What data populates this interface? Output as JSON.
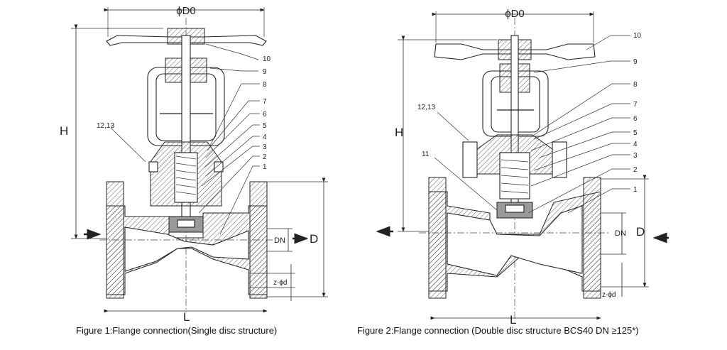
{
  "figure1": {
    "caption": "Figure 1:Flange connection(Single disc structure)",
    "dim_d0": "ϕD0",
    "dim_h": "H",
    "dim_l": "L",
    "dim_dn": "DN",
    "dim_d": "D",
    "dim_zd": "z-ϕd",
    "parts": [
      "10",
      "9",
      "8",
      "7",
      "6",
      "5",
      "4",
      "3",
      "2",
      "1",
      "12,13"
    ]
  },
  "figure2": {
    "caption": "Figure 2:Flange connection (Double disc structure BCS40 DN ≥125*)",
    "dim_d0": "ϕD0",
    "dim_h": "H",
    "dim_l": "L",
    "dim_dn": "DN",
    "dim_d": "D",
    "dim_zd": "z-ϕd",
    "parts": [
      "10",
      "9",
      "8",
      "7",
      "6",
      "5",
      "4",
      "3",
      "2",
      "1",
      "12,13",
      "11"
    ]
  }
}
